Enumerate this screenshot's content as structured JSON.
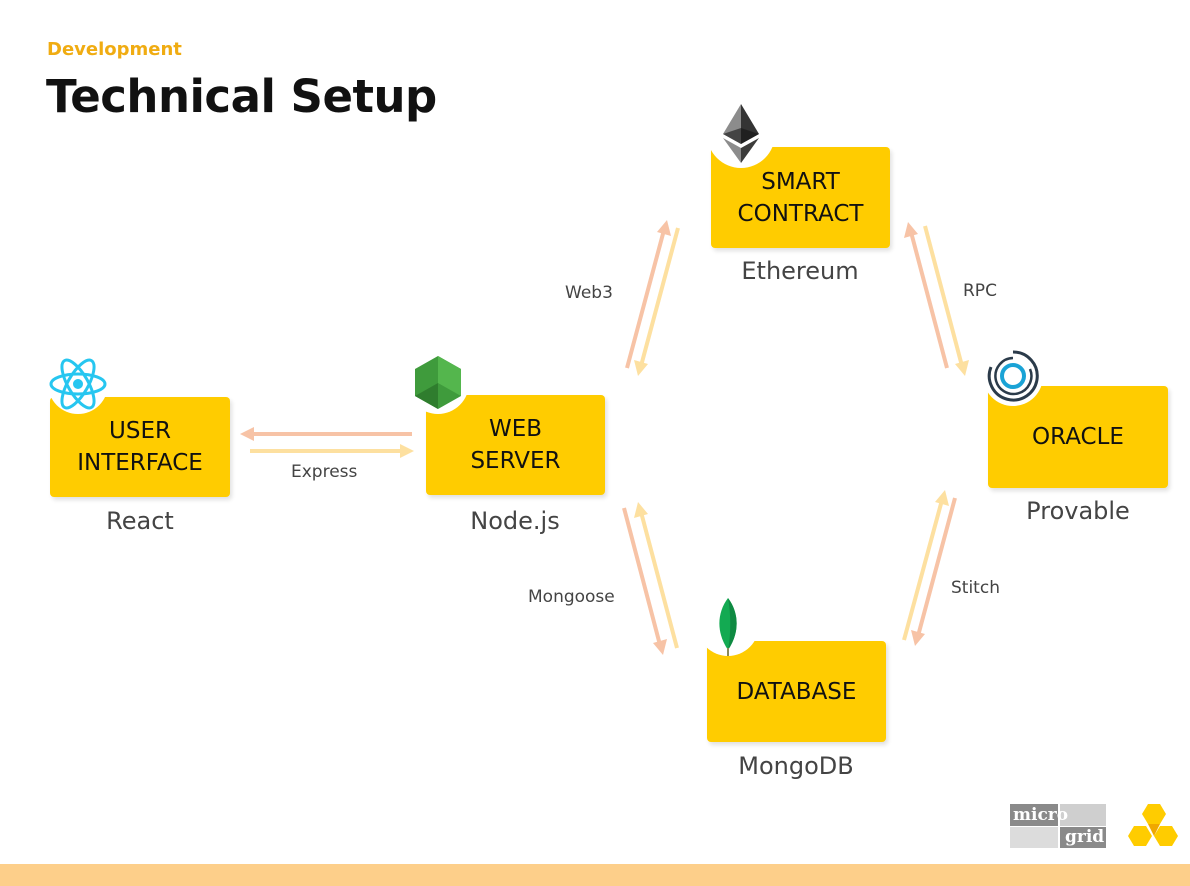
{
  "header": {
    "eyebrow": "Development",
    "title": "Technical Setup"
  },
  "nodes": {
    "user_interface": {
      "label": "USER\nINTERFACE",
      "tech": "React",
      "icon": "react-icon"
    },
    "web_server": {
      "label": "WEB\nSERVER",
      "tech": "Node.js",
      "icon": "nodejs-icon"
    },
    "smart_contract": {
      "label": "SMART\nCONTRACT",
      "tech": "Ethereum",
      "icon": "ethereum-icon"
    },
    "oracle": {
      "label": "ORACLE",
      "tech": "Provable",
      "icon": "provable-icon"
    },
    "database": {
      "label": "DATABASE",
      "tech": "MongoDB",
      "icon": "mongodb-leaf-icon"
    }
  },
  "connections": {
    "express": "Express",
    "web3": "Web3",
    "rpc": "RPC",
    "mongoose": "Mongoose",
    "stitch": "Stitch"
  },
  "footer": {
    "logo_micro": "micro",
    "logo_grid": "grid",
    "brand_icon": "yellow-hexagons-logo-icon"
  },
  "colors": {
    "node_fill": "#ffcc00",
    "eyebrow": "#f0ac12",
    "arrow_light": "#fde39a",
    "arrow_dark": "#f5b69a",
    "bottom_bar": "#fdcf8a"
  }
}
